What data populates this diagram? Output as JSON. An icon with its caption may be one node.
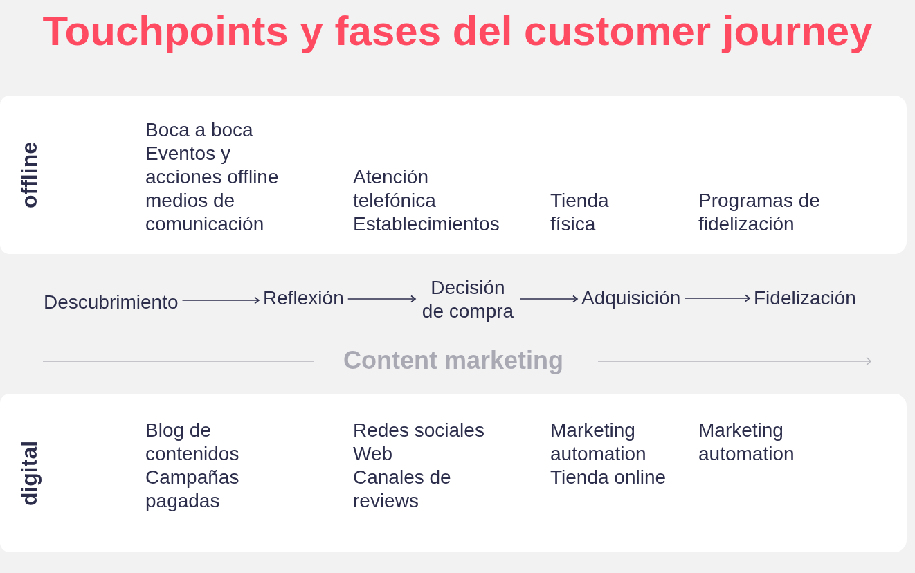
{
  "diagram": {
    "title": "Touchpoints y fases del customer journey",
    "nodes": [
      {
        "text": [
          "offline",
          "Boca a boca",
          "Eventos y acciones offline",
          "medios de comunicación",
          "Atención telefónica",
          "Establecimientos",
          "Tienda física",
          "Programas de fidelización"
        ]
      },
      {
        "text": [
          "Descubrimiento"
        ]
      },
      {
        "text": [
          "Reflexión"
        ]
      },
      {
        "text": [
          "Decisión de compra"
        ]
      },
      {
        "text": [
          "Adquisición"
        ]
      },
      {
        "text": [
          "Fidelización"
        ]
      },
      {
        "text": [
          "digital",
          "Blog de contenidos",
          "Campañas pagadas",
          "Redes sociales",
          "Web",
          "Canales de reviews",
          "Marketing automation",
          "Tienda online",
          "Marketing automation"
        ]
      }
    ],
    "edges": [
      {
        "from": 1,
        "to": 2,
        "arrow": "to"
      },
      {
        "from": 2,
        "to": 3,
        "arrow": "to"
      },
      {
        "from": 3,
        "to": 4,
        "arrow": "to"
      },
      {
        "from": 4,
        "to": 5,
        "arrow": "to"
      }
    ],
    "labels": [
      "Content marketing"
    ]
  }
}
